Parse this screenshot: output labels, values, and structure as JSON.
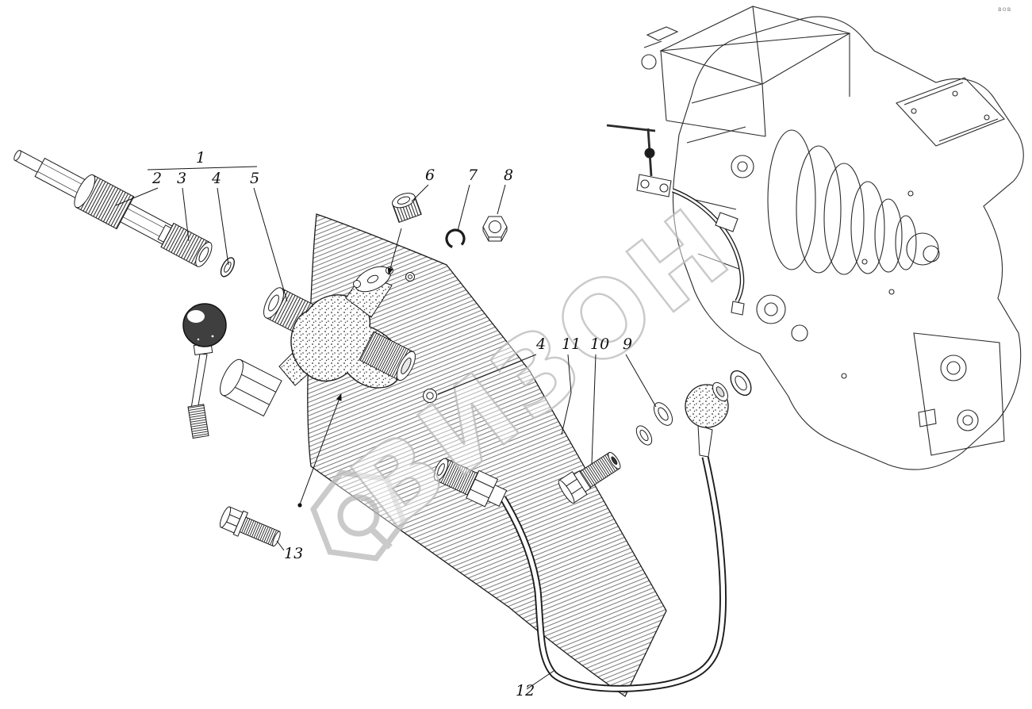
{
  "callouts": [
    {
      "label": "1"
    },
    {
      "label": "2"
    },
    {
      "label": "3"
    },
    {
      "label": "4"
    },
    {
      "label": "5"
    },
    {
      "label": "6"
    },
    {
      "label": "7"
    },
    {
      "label": "8"
    },
    {
      "label": "4"
    },
    {
      "label": "11"
    },
    {
      "label": "10"
    },
    {
      "label": "9"
    },
    {
      "label": "12"
    },
    {
      "label": "13"
    }
  ],
  "watermark": {
    "text": "ВИЗОН",
    "logo": "hexagon-swirl-icon",
    "color": "#bdbdbd"
  },
  "corner_mark": "вов",
  "colors": {
    "ink": "#1c1c1c",
    "paper": "#ffffff",
    "watermark": "#bdbdbd"
  }
}
